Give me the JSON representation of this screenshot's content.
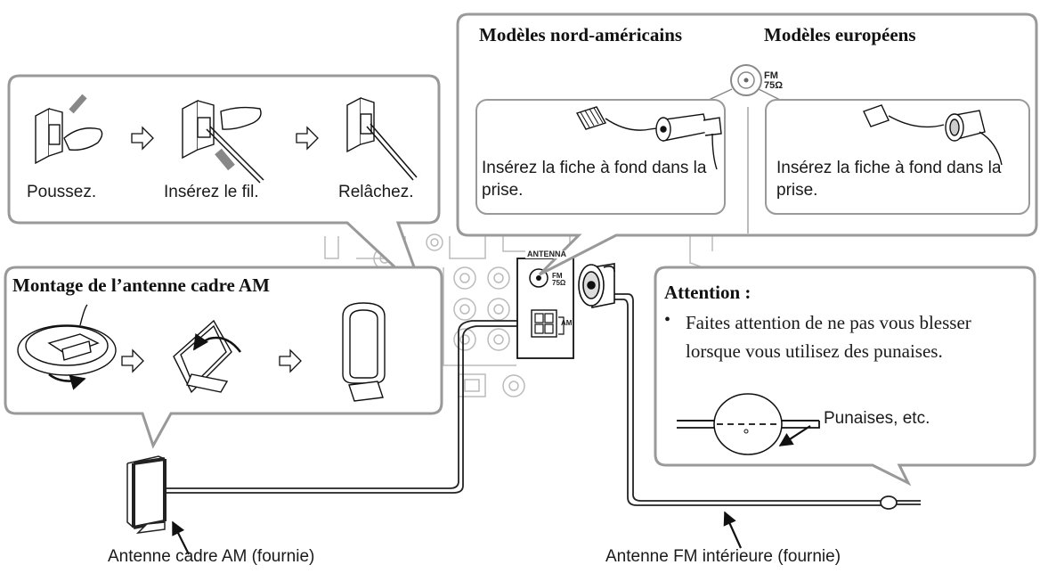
{
  "strip_steps": [
    "Poussez.",
    "Insérez le fil.",
    "Relâchez."
  ],
  "plug_models": {
    "north_america": {
      "title": "Modèles nord-américains",
      "instruction": "Insérez la fiche à fond dans la prise."
    },
    "europe": {
      "title": "Modèles européens",
      "instruction": "Insérez la fiche à fond dans la prise."
    }
  },
  "fm_jack": {
    "label": "FM",
    "impedance": "75Ω"
  },
  "antenna_panel": {
    "title": "ANTENNA",
    "fm_label": "FM",
    "fm_impedance": "75Ω",
    "am_label": "AM"
  },
  "am_assembly": {
    "title": "Montage de l’antenne cadre AM"
  },
  "caution": {
    "title": "Attention :",
    "bullet": "Faites attention de ne pas vous blesser lorsque vous utilisez des punaises.",
    "pins_label": "Punaises, etc."
  },
  "callouts": {
    "am_antenna": "Antenne cadre AM (fournie)",
    "fm_antenna": "Antenne FM intérieure (fournie)"
  },
  "icons": [
    "arrow-right-icon",
    "finger-icon",
    "terminal-icon",
    "coax-plug-icon",
    "loop-antenna-icon",
    "pointer-arrow-icon"
  ]
}
